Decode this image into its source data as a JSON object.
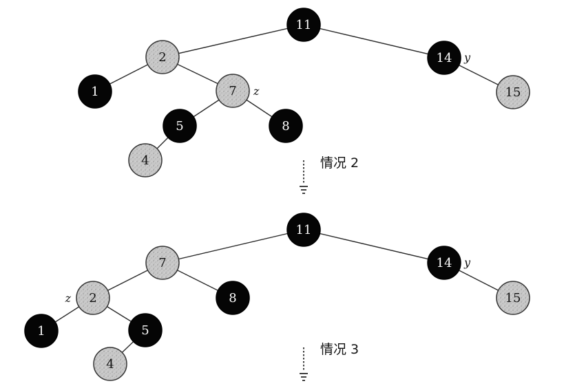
{
  "trees": [
    {
      "name": "before-case-2",
      "nodes": [
        {
          "id": "n11",
          "key": "11",
          "color": "black"
        },
        {
          "id": "n2",
          "key": "2",
          "color": "red"
        },
        {
          "id": "n14",
          "key": "14",
          "color": "black",
          "mark": "y"
        },
        {
          "id": "n1",
          "key": "1",
          "color": "black"
        },
        {
          "id": "n7",
          "key": "7",
          "color": "red",
          "mark": "z"
        },
        {
          "id": "n15",
          "key": "15",
          "color": "red"
        },
        {
          "id": "n5",
          "key": "5",
          "color": "black"
        },
        {
          "id": "n8",
          "key": "8",
          "color": "black"
        },
        {
          "id": "n4",
          "key": "4",
          "color": "red"
        }
      ],
      "edges": [
        [
          "n11",
          "n2"
        ],
        [
          "n11",
          "n14"
        ],
        [
          "n2",
          "n1"
        ],
        [
          "n2",
          "n7"
        ],
        [
          "n14",
          "n15"
        ],
        [
          "n7",
          "n5"
        ],
        [
          "n7",
          "n8"
        ],
        [
          "n5",
          "n4"
        ]
      ]
    },
    {
      "name": "after-case-2",
      "nodes": [
        {
          "id": "n11",
          "key": "11",
          "color": "black"
        },
        {
          "id": "n7",
          "key": "7",
          "color": "red"
        },
        {
          "id": "n14",
          "key": "14",
          "color": "black",
          "mark": "y"
        },
        {
          "id": "n2",
          "key": "2",
          "color": "red",
          "mark": "z"
        },
        {
          "id": "n8",
          "key": "8",
          "color": "black"
        },
        {
          "id": "n15",
          "key": "15",
          "color": "red"
        },
        {
          "id": "n1",
          "key": "1",
          "color": "black"
        },
        {
          "id": "n5",
          "key": "5",
          "color": "black"
        },
        {
          "id": "n4",
          "key": "4",
          "color": "red"
        }
      ],
      "edges": [
        [
          "n11",
          "n7"
        ],
        [
          "n11",
          "n14"
        ],
        [
          "n7",
          "n2"
        ],
        [
          "n7",
          "n8"
        ],
        [
          "n14",
          "n15"
        ],
        [
          "n2",
          "n1"
        ],
        [
          "n2",
          "n5"
        ],
        [
          "n5",
          "n4"
        ]
      ]
    }
  ],
  "transitions": [
    {
      "label": "情况 2"
    },
    {
      "label": "情况 3"
    }
  ],
  "colors": {
    "black_node": "#050505",
    "red_node_fill": "#c6c6c6",
    "edge": "#2a2a2a"
  }
}
